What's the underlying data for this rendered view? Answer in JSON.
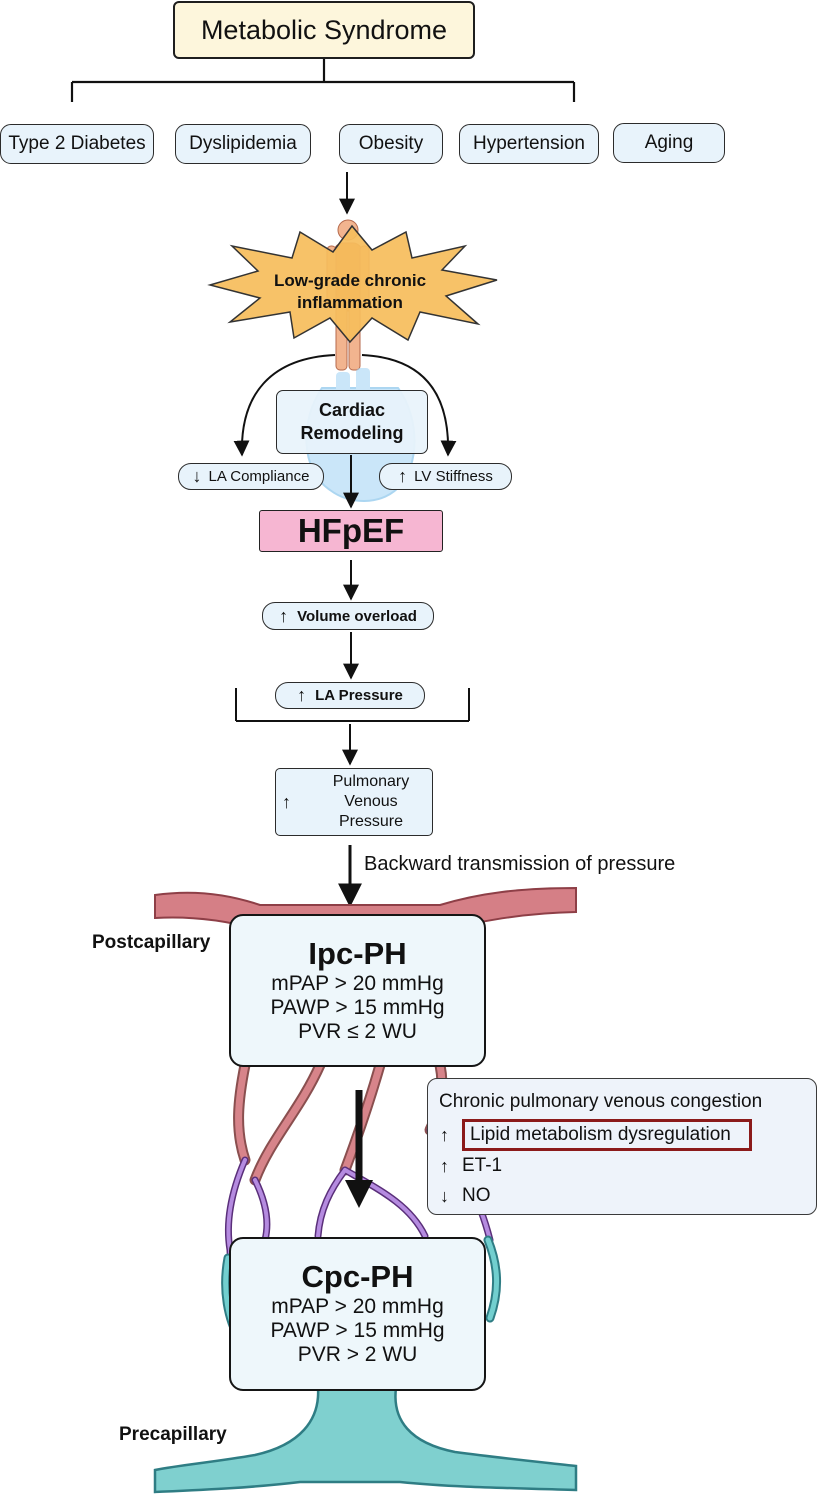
{
  "title": "Metabolic Syndrome",
  "risk_factors": [
    "Type 2 Diabetes",
    "Dyslipidemia",
    "Obesity",
    "Hypertension",
    "Aging"
  ],
  "inflammation": {
    "line1": "Low-grade chronic",
    "line2": "inflammation"
  },
  "cardiac_remodeling": {
    "line1": "Cardiac",
    "line2": "Remodeling"
  },
  "la_compliance": {
    "arrow": "↓",
    "text": "LA Compliance"
  },
  "lv_stiffness": {
    "arrow": "↑",
    "text": "LV Stiffness"
  },
  "hfpef": "HFpEF",
  "volume_overload": {
    "arrow": "↑",
    "text": "Volume overload"
  },
  "la_pressure": {
    "arrow": "↑",
    "text": "LA Pressure"
  },
  "pulmonary_venous": {
    "arrow": "↑",
    "line1": "Pulmonary",
    "line2": "Venous",
    "line3": "Pressure"
  },
  "backward_label": "Backward transmission of pressure",
  "postcapillary_label": "Postcapillary",
  "precapillary_label": "Precapillary",
  "ipc_ph": {
    "title": "Ipc-PH",
    "line1": "mPAP > 20 mmHg",
    "line2": "PAWP > 15 mmHg",
    "line3": "PVR ≤ 2 WU"
  },
  "cpc_ph": {
    "title": "Cpc-PH",
    "line1": "mPAP > 20 mmHg",
    "line2": "PAWP > 15 mmHg",
    "line3": "PVR > 2 WU"
  },
  "congestion": {
    "title": "Chronic pulmonary venous congestion",
    "items": [
      {
        "arrow": "↑",
        "text": "Lipid metabolism dysregulation",
        "highlighted": true
      },
      {
        "arrow": "↑",
        "text": "ET-1"
      },
      {
        "arrow": "↓",
        "text": "NO"
      }
    ]
  },
  "colors": {
    "title_fill": "#fdf6dc",
    "pill_fill": "#e8f3fb",
    "hfpef_fill": "#f6b6d2",
    "burst_fill": "#f6bd5c",
    "vein_red": "#d0727a",
    "vessel_purple": "#a77bd6",
    "artery_teal": "#6cc9c9",
    "highlight_border": "#8b1a1a"
  }
}
